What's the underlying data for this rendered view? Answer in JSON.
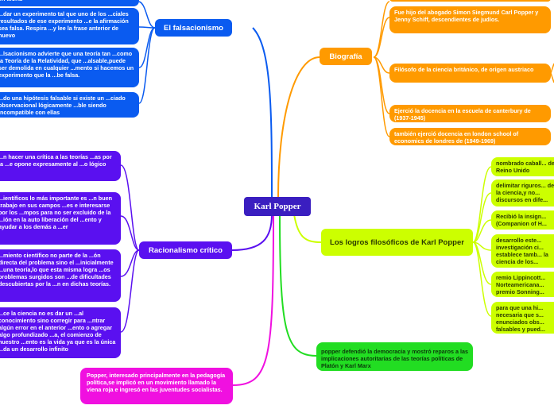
{
  "center": {
    "label": "Karl Popper"
  },
  "branches": {
    "falsacionismo": {
      "label": "El falsacionismo",
      "items": [
        "en teoría",
        "...dar un experimento tal que uno de los ...ciales resultados de ese experimento ...e la afirmación sea falsa. Respira ...y lee la frase anterior de nuevo",
        "...lsacionismo advierte que una teoría tan ...como la Teoría de la Relatividad, que ...alsable,puede ser demolida en cualquier ...mento si hacemos un experimento que la ...be falsa.",
        "...do una hipótesis falsable si existe un ...ciado observacional lógicamente ...ble siendo incompatible con ellas"
      ]
    },
    "biografia": {
      "label": "Biografía",
      "items": [
        "Fue hijo del abogado Simon Siegmund Carl Popper y Jenny Schiff, descendientes de judíos.",
        "Filósofo de la ciencia británico, de origen austriaco",
        "Ejerció la docencia en la escuela de canterbury de (1937-1945)",
        "también ejerció docencia en london school of economics de londres de (1949-1969)"
      ]
    },
    "racionalismo": {
      "label": "Racionalismo crítico",
      "items": [
        "...n hacer una crítica a las teorías ...as por la ...e opone expresamente al ...o lógico",
        "...ientíficos lo más importante es ...n buen trabajo en sus campos ...es e interesarse por los ...mpos para no ser excluido de la ...ión en la auto liberación del ...ento y ayudar a los demás a ...er",
        "...miento científico no parte de la ...ón directa del problema sino el ...inicialmente ...una teoría,lo que esta misma logra ...os problemas surgidos son ...de dificultades descubiertas por la ...n en dichas teorías.",
        "...ce la ciencia no es dar un ...al conocimiento sino corregir para ...ntrar algún error en el anterior ...ento o agregar algo profundizado ...a, el comienzo de nuestro ...ento es la vida ya que es la única ...da un desarrollo infinito"
      ]
    },
    "logros": {
      "label": "Los logros filosóficos de Karl Popper",
      "items": [
        "nombrado caball... del Reino Unido",
        "delimitar riguros... de la ciencia,y no... discursos en dife...",
        "Recibió la insign... (Companion of H...",
        "desarrollo este... investigación ci... establece tamb... la ciencia de los...",
        "remio Lippincott... Norteamericana... premio Sonning...",
        "para que una hi... necesaria que s... enunciados obs... falsables y pued..."
      ]
    },
    "democracia": {
      "label": "popper defendió la democracia y mostró reparos a las implicaciones autoritarias de las teorías políticas de Platón y Karl Marx"
    },
    "politica": {
      "label": "Popper, interesado principalmente en la pedagogía política,se implicó en un movimiento llamado la viena roja e ingresó en las juventudes socialistas."
    }
  },
  "colors": {
    "blue": "#0a5bf0",
    "purple": "#5a10f0",
    "orange": "#ff9a00",
    "lime": "#ccff00",
    "green": "#22dd22",
    "magenta": "#f010e0",
    "center": "#3a1ec0"
  }
}
